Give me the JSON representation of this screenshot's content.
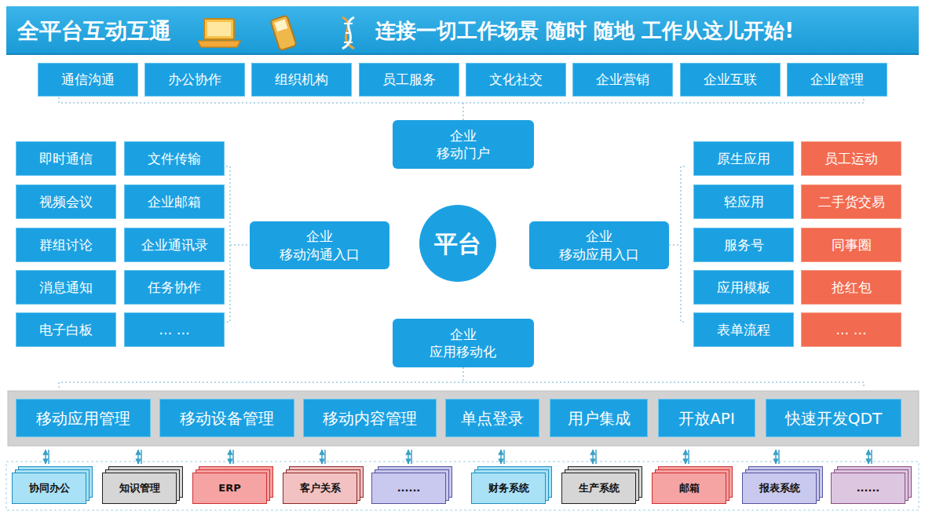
{
  "diagram": {
    "title": "全平台互动互通",
    "nodes": [
      {
        "text": [
          "通信沟通"
        ]
      },
      {
        "text": [
          "办公协作"
        ]
      },
      {
        "text": [
          "组织机构"
        ]
      },
      {
        "text": [
          "员工服务"
        ]
      },
      {
        "text": [
          "文化社交"
        ]
      },
      {
        "text": [
          "企业营销"
        ]
      },
      {
        "text": [
          "企业互联"
        ]
      },
      {
        "text": [
          "企业管理"
        ]
      },
      {
        "text": [
          "企业 移动门户"
        ]
      },
      {
        "text": [
          "即时通信"
        ]
      },
      {
        "text": [
          "文件传输"
        ]
      },
      {
        "text": [
          "视频会议"
        ]
      },
      {
        "text": [
          "企业邮箱"
        ]
      },
      {
        "text": [
          "群组讨论"
        ]
      },
      {
        "text": [
          "企业通讯录"
        ]
      },
      {
        "text": [
          "消息通知"
        ]
      },
      {
        "text": [
          "任务协作"
        ]
      },
      {
        "text": [
          "电子白板"
        ]
      },
      {
        "text": [
          "… …"
        ]
      },
      {
        "text": [
          "原生应用"
        ]
      },
      {
        "text": [
          "员工运动"
        ]
      },
      {
        "text": [
          "轻应用"
        ]
      },
      {
        "text": [
          "二手货交易"
        ]
      },
      {
        "text": [
          "服务号"
        ]
      },
      {
        "text": [
          "同事圈"
        ]
      },
      {
        "text": [
          "应用模板"
        ]
      },
      {
        "text": [
          "抢红包"
        ]
      },
      {
        "text": [
          "表单流程"
        ]
      },
      {
        "text": [
          "… …"
        ]
      },
      {
        "text": [
          "企业 移动沟通入口"
        ]
      },
      {
        "text": [
          "平台"
        ]
      },
      {
        "text": [
          "企业 移动应用入口"
        ]
      },
      {
        "text": [
          "企业 应用移动化"
        ]
      },
      {
        "text": [
          "移动应用管理"
        ]
      },
      {
        "text": [
          "移动设备管理"
        ]
      },
      {
        "text": [
          "移动内容管理"
        ]
      },
      {
        "text": [
          "单点登录"
        ]
      },
      {
        "text": [
          "用户集成"
        ]
      },
      {
        "text": [
          "开放API"
        ]
      },
      {
        "text": [
          "快速开发QDT"
        ]
      },
      {
        "text": [
          "协同办公"
        ]
      },
      {
        "text": [
          "知识管理"
        ]
      },
      {
        "text": [
          "ERP"
        ]
      },
      {
        "text": [
          "客户关系"
        ]
      },
      {
        "text": [
          "......"
        ]
      },
      {
        "text": [
          "财务系统"
        ]
      },
      {
        "text": [
          "生产系统"
        ]
      },
      {
        "text": [
          "邮箱"
        ]
      },
      {
        "text": [
          "报表系统"
        ]
      },
      {
        "text": [
          "......"
        ]
      }
    ],
    "labels": [
      "连接一切工作场景 随时 随地 工作从这儿开始!"
    ]
  }
}
